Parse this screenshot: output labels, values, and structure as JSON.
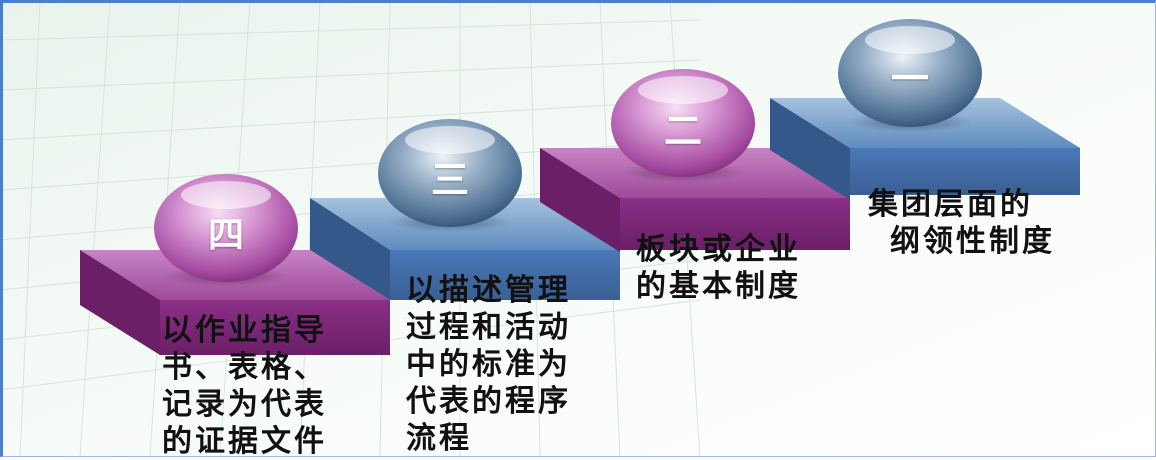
{
  "steps": [
    {
      "numeral": "一",
      "lines": [
        "集团层面的",
        "纲领性制度"
      ]
    },
    {
      "numeral": "二",
      "lines": [
        "板块或企业",
        "的基本制度"
      ]
    },
    {
      "numeral": "三",
      "lines": [
        "以描述管理",
        "过程和活动",
        "中的标准为",
        "代表的程序",
        "流程"
      ]
    },
    {
      "numeral": "四",
      "lines": [
        "以作业指导",
        "书、表格、",
        "记录为代表",
        "的证据文件"
      ]
    }
  ],
  "colors": {
    "blue_top": "#7aa0c8",
    "blue_front": "#4b76b4",
    "purple_top": "#b25fb0",
    "purple_front": "#80287c",
    "sphere_blue": "#6d8fae",
    "sphere_purple": "#c778c2"
  }
}
